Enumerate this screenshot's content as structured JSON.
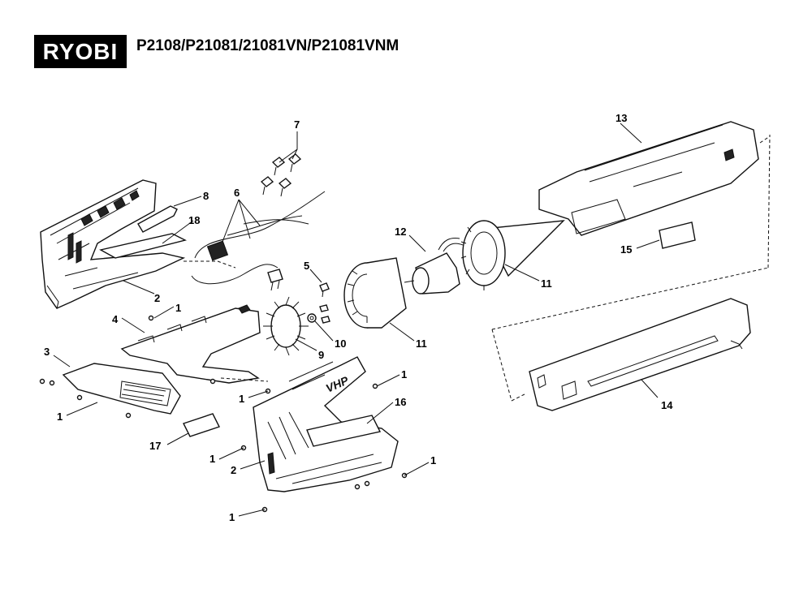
{
  "header": {
    "brand": "RYOBI",
    "title": "P2108/P21081/21081VN/P21081VNM"
  },
  "callouts": {
    "c7": "7",
    "c8": "8",
    "c6": "6",
    "c18": "18",
    "c2a": "2",
    "c5": "5",
    "c12": "12",
    "c13": "13",
    "c15": "15",
    "c11a": "11",
    "c11b": "11",
    "c10": "10",
    "c9": "9",
    "c4": "4",
    "c1a": "1",
    "c3": "3",
    "c1b": "1",
    "c1c": "1",
    "c17": "17",
    "c1d": "1",
    "c16": "16",
    "c1e": "1",
    "c2b": "2",
    "c1f": "1",
    "c1g": "1",
    "c14": "14"
  },
  "decals": {
    "housing_text": "VHP"
  }
}
